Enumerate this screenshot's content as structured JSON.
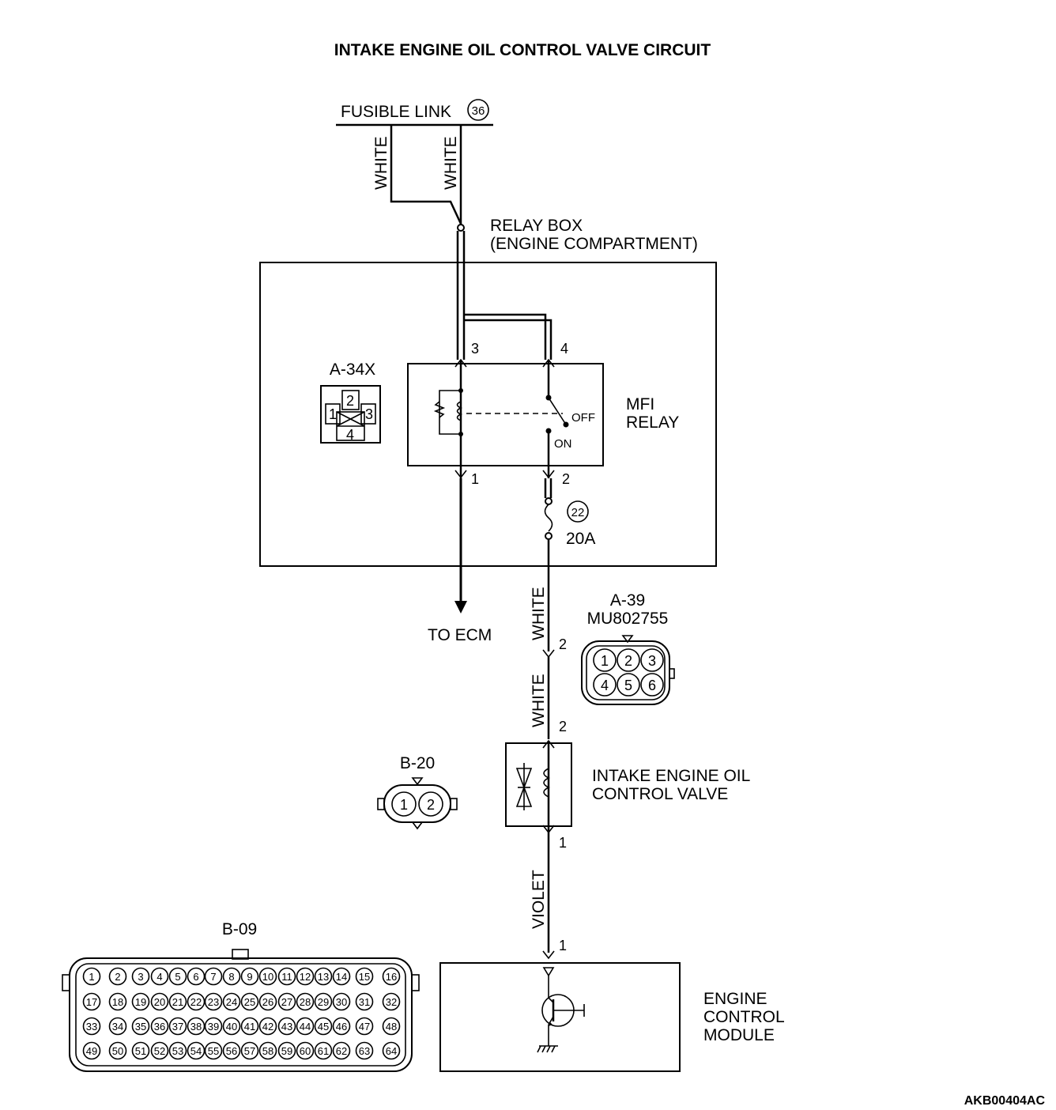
{
  "title": "INTAKE ENGINE OIL CONTROL VALVE CIRCUIT",
  "diagram_id": "AKB00404AC",
  "fusible_link": {
    "label": "FUSIBLE LINK",
    "number": "36"
  },
  "wires": {
    "white": "WHITE",
    "violet": "VIOLET"
  },
  "relay_box": {
    "line1": "RELAY BOX",
    "line2": "(ENGINE COMPARTMENT)"
  },
  "mfi_relay": {
    "line1": "MFI",
    "line2": "RELAY",
    "off": "OFF",
    "on": "ON",
    "pins": {
      "p1": "1",
      "p2": "2",
      "p3": "3",
      "p4": "4"
    }
  },
  "fuse": {
    "number": "22",
    "rating": "20A"
  },
  "to_ecm": "TO ECM",
  "connector_a34x": {
    "name": "A-34X",
    "pins": [
      "1",
      "2",
      "3",
      "4"
    ]
  },
  "connector_a39": {
    "name": "A-39",
    "part": "MU802755",
    "pins": [
      "1",
      "2",
      "3",
      "4",
      "5",
      "6"
    ],
    "wire_pin": "2"
  },
  "valve": {
    "line1": "INTAKE ENGINE OIL",
    "line2": "CONTROL VALVE",
    "pin_top": "2",
    "pin_bottom": "1"
  },
  "connector_b20": {
    "name": "B-20",
    "pins": [
      "1",
      "2"
    ]
  },
  "ecm": {
    "line1": "ENGINE",
    "line2": "CONTROL",
    "line3": "MODULE",
    "pin": "1"
  },
  "connector_b09": {
    "name": "B-09",
    "rows": [
      [
        "1",
        "2",
        "3",
        "4",
        "5",
        "6",
        "7",
        "8",
        "9",
        "10",
        "11",
        "12",
        "13",
        "14",
        "15",
        "16"
      ],
      [
        "17",
        "18",
        "19",
        "20",
        "21",
        "22",
        "23",
        "24",
        "25",
        "26",
        "27",
        "28",
        "29",
        "30",
        "31",
        "32"
      ],
      [
        "33",
        "34",
        "35",
        "36",
        "37",
        "38",
        "39",
        "40",
        "41",
        "42",
        "43",
        "44",
        "45",
        "46",
        "47",
        "48"
      ],
      [
        "49",
        "50",
        "51",
        "52",
        "53",
        "54",
        "55",
        "56",
        "57",
        "58",
        "59",
        "60",
        "61",
        "62",
        "63",
        "64"
      ]
    ]
  }
}
